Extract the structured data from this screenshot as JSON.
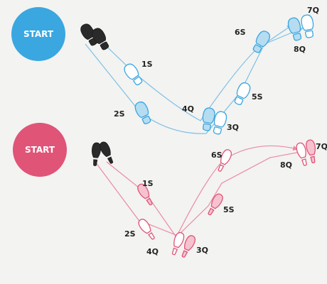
{
  "colors": {
    "background": "#f3f3f1",
    "leader_accent": "#3aa7e0",
    "leader_fill": "#b6dcf1",
    "leader_line": "#7ec0e6",
    "follower_accent": "#e05478",
    "follower_fill": "#f5c3cf",
    "follower_line": "#ea8aa3",
    "start_shoes": "#2a2a2a"
  },
  "leader": {
    "start_label": "START",
    "steps": [
      {
        "label": "1S"
      },
      {
        "label": "2S"
      },
      {
        "label": "4Q"
      },
      {
        "label": "3Q"
      },
      {
        "label": "5S"
      },
      {
        "label": "6S"
      },
      {
        "label": "7Q"
      },
      {
        "label": "8Q"
      }
    ]
  },
  "follower": {
    "start_label": "START",
    "steps": [
      {
        "label": "1S"
      },
      {
        "label": "2S"
      },
      {
        "label": "4Q"
      },
      {
        "label": "3Q"
      },
      {
        "label": "5S"
      },
      {
        "label": "6S"
      },
      {
        "label": "8Q"
      },
      {
        "label": "7Q"
      }
    ]
  }
}
